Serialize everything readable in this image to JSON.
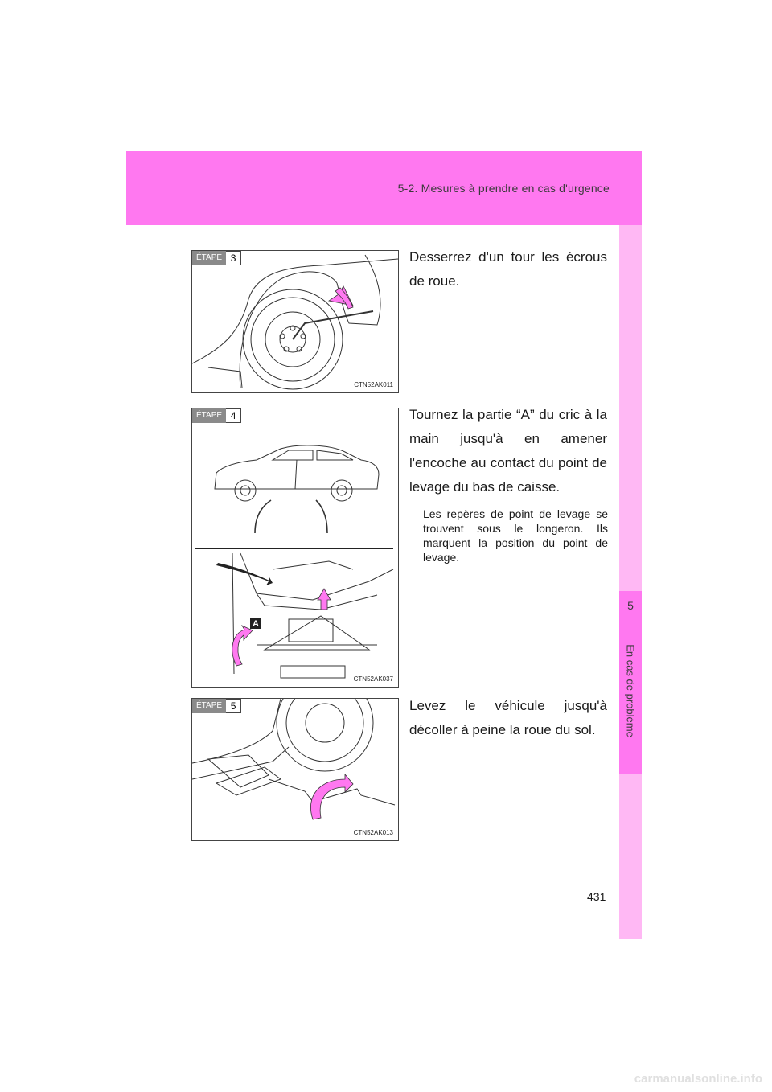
{
  "header": {
    "section_title": "5-2. Mesures à prendre en cas d'urgence"
  },
  "side_tab": {
    "chapter_number": "5",
    "chapter_name": "En cas de problème"
  },
  "steps": [
    {
      "label": "ÉTAPE",
      "number": "3",
      "figure_code": "CTN52AK011",
      "text": "Desserrez d'un tour les écrous de roue."
    },
    {
      "label": "ÉTAPE",
      "number": "4",
      "figure_code": "CTN52AK037",
      "text": "Tournez la partie “A” du cric à la main jusqu'à en amener l'encoche au contact du point de levage du bas de caisse.",
      "note": "Les repères de point de levage se trouvent sous le longeron. Ils marquent la position du point de levage.",
      "callout": "A"
    },
    {
      "label": "ÉTAPE",
      "number": "5",
      "figure_code": "CTN52AK013",
      "text": "Levez le véhicule jusqu'à décoller à peine la roue du sol."
    }
  ],
  "page_number": "431",
  "footer": {
    "watermark": "carmanualsonline.info"
  }
}
